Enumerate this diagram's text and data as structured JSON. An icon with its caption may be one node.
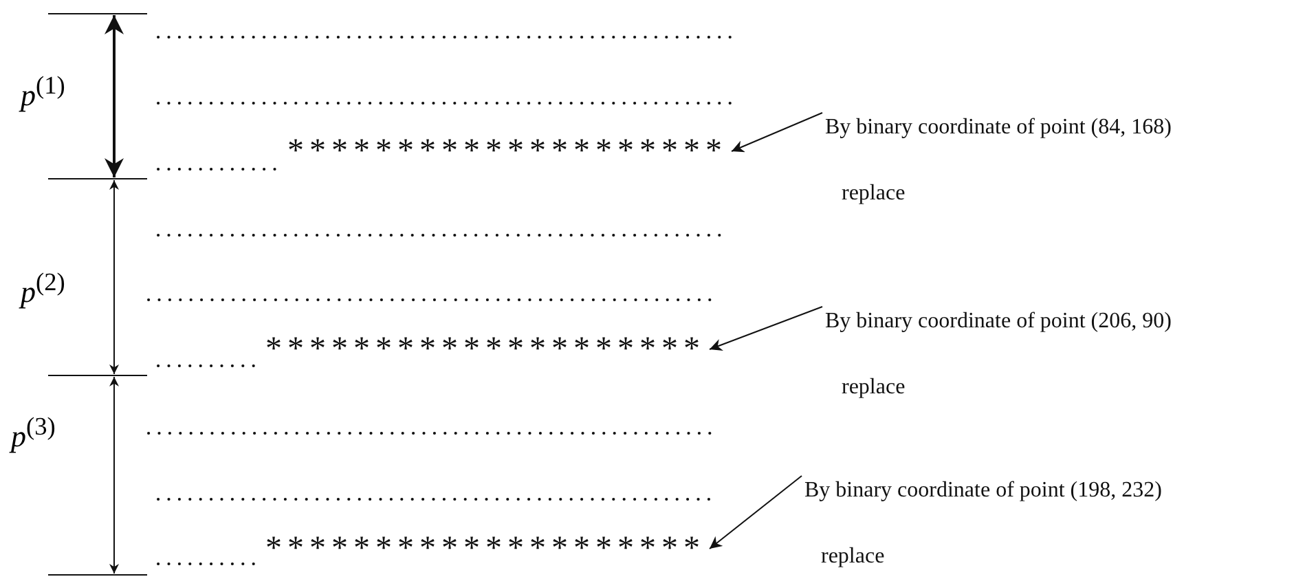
{
  "diagram": {
    "nodes": [
      {
        "text": [
          "By binary coordinate of point (84, 168)",
          "replace"
        ]
      },
      {
        "text": [
          "********************"
        ]
      },
      {
        "text": [
          "By binary coordinate of point (206, 90)",
          "replace"
        ]
      },
      {
        "text": [
          "********************"
        ]
      },
      {
        "text": [
          "By binary coordinate of point (198, 232)",
          "replace"
        ]
      },
      {
        "text": [
          "********************"
        ]
      }
    ],
    "edges": [
      {
        "from": 0,
        "to": 1,
        "arrow": "to"
      },
      {
        "from": 2,
        "to": 3,
        "arrow": "to"
      },
      {
        "from": 4,
        "to": 5,
        "arrow": "to"
      }
    ],
    "labels": [
      "*p*$^{(1)}$",
      "*p*$^{(2)}$",
      "*p*$^{(3)}$"
    ]
  }
}
